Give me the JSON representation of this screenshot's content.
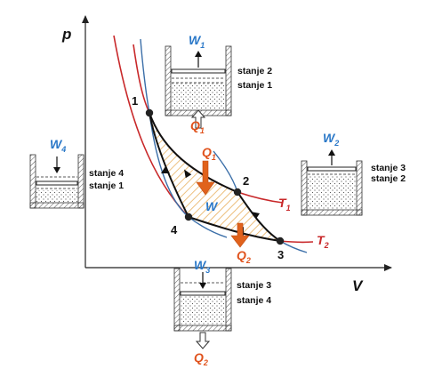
{
  "axes": {
    "p_label": "p",
    "v_label": "V"
  },
  "points": [
    "1",
    "2",
    "3",
    "4"
  ],
  "center_label": "W",
  "isotherms": [
    {
      "name": "T",
      "sub": "1"
    },
    {
      "name": "T",
      "sub": "2"
    }
  ],
  "heat_center_in": {
    "name": "Q",
    "sub": "1"
  },
  "heat_center_out": {
    "name": "Q",
    "sub": "2"
  },
  "cylinders": {
    "top": {
      "work": {
        "name": "W",
        "sub": "1"
      },
      "heat": {
        "name": "Q",
        "sub": "1"
      },
      "states": [
        "stanje 2",
        "stanje 1"
      ]
    },
    "right": {
      "work": {
        "name": "W",
        "sub": "2"
      },
      "states": [
        "stanje 3",
        "stanje 2"
      ]
    },
    "bottom": {
      "work": {
        "name": "W",
        "sub": "3"
      },
      "heat": {
        "name": "Q",
        "sub": "2"
      },
      "states": [
        "stanje 3",
        "stanje 4"
      ]
    },
    "left": {
      "work": {
        "name": "W",
        "sub": "4"
      },
      "states": [
        "stanje 4",
        "stanje 1"
      ]
    }
  },
  "colors": {
    "isotherm": "#c8282a",
    "adiabat": "#3a6ea8",
    "work_label": "#2a78c8",
    "heat_label": "#e0521c",
    "heat_arrow": "#e0621c",
    "hatch": "#e8b060",
    "cycle": "#111111"
  }
}
